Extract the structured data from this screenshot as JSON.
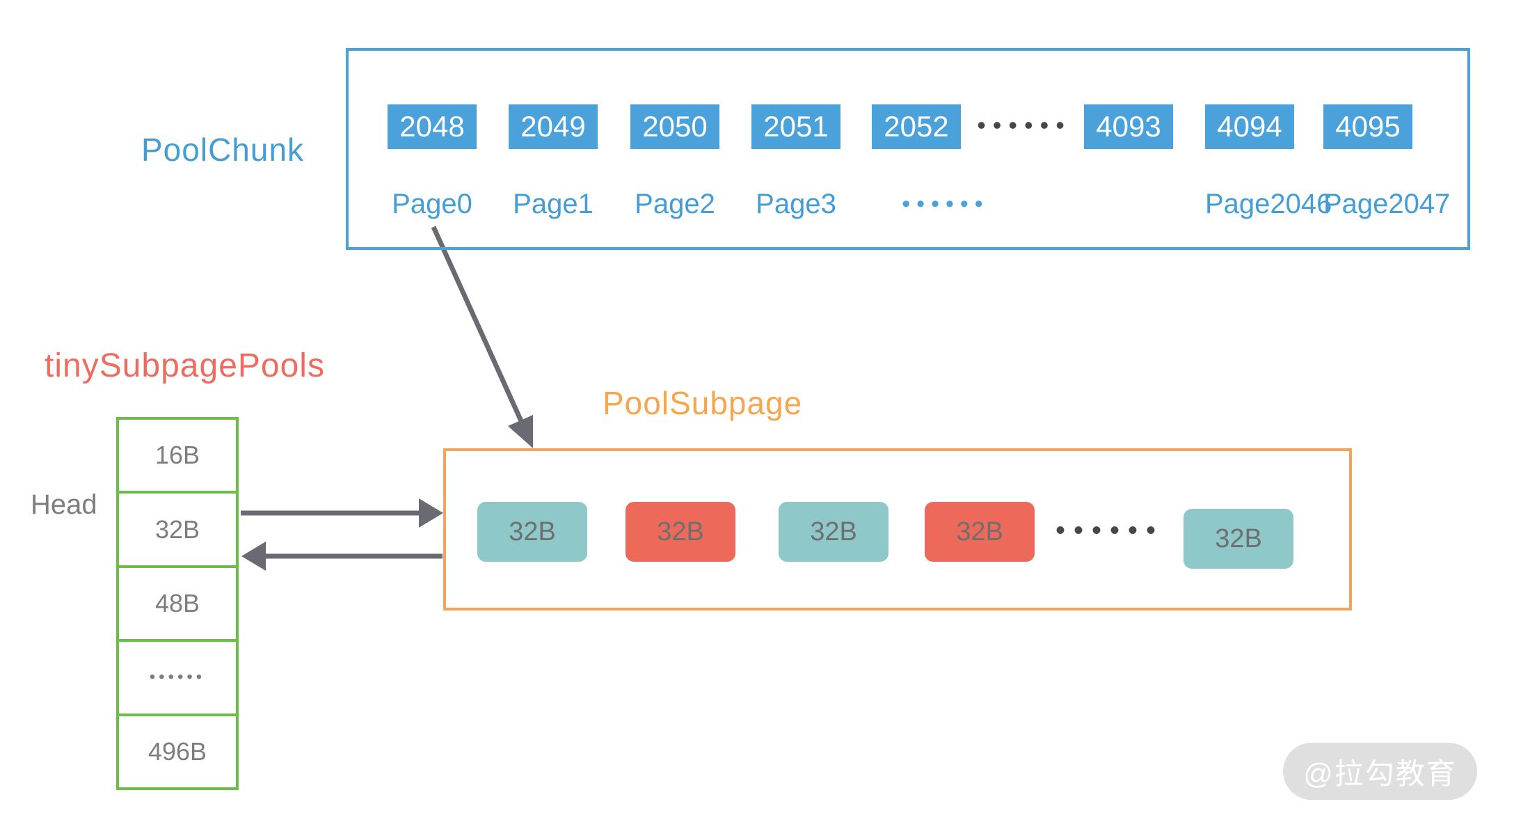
{
  "colors": {
    "blue_fill": "#4BA1D9",
    "blue_text": "#459DD6",
    "green_border": "#6CBF45",
    "orange_border": "#F3A45B",
    "orange_text": "#F6A64F",
    "salmon_text": "#EE6B60",
    "red_block": "#ED6A5B",
    "teal_block": "#8FC8C9",
    "gray_text": "#7D7D7D",
    "arrow_gray": "#6A6A73",
    "dark_dots": "#474747",
    "watermark_bg": "#DFDFDF"
  },
  "poolchunk": {
    "title": "PoolChunk",
    "boxes": [
      "2048",
      "2049",
      "2050",
      "2051",
      "2052",
      "4093",
      "4094",
      "4095"
    ],
    "box_dots": "••••••",
    "labels": [
      "Page0",
      "Page1",
      "Page2",
      "Page3",
      "Page2046",
      "Page2047"
    ],
    "label_dots": "••••••"
  },
  "tiny_subpage_pools": {
    "title": "tinySubpagePools",
    "head_label": "Head",
    "rows": [
      "16B",
      "32B",
      "48B",
      "••••••",
      "496B"
    ]
  },
  "pool_subpage": {
    "title": "PoolSubpage",
    "blocks": [
      {
        "label": "32B",
        "state": "free"
      },
      {
        "label": "32B",
        "state": "allocated"
      },
      {
        "label": "32B",
        "state": "free"
      },
      {
        "label": "32B",
        "state": "allocated"
      },
      {
        "label": "32B",
        "state": "free"
      }
    ],
    "dots": "••••••"
  },
  "watermark": "@拉勾教育"
}
